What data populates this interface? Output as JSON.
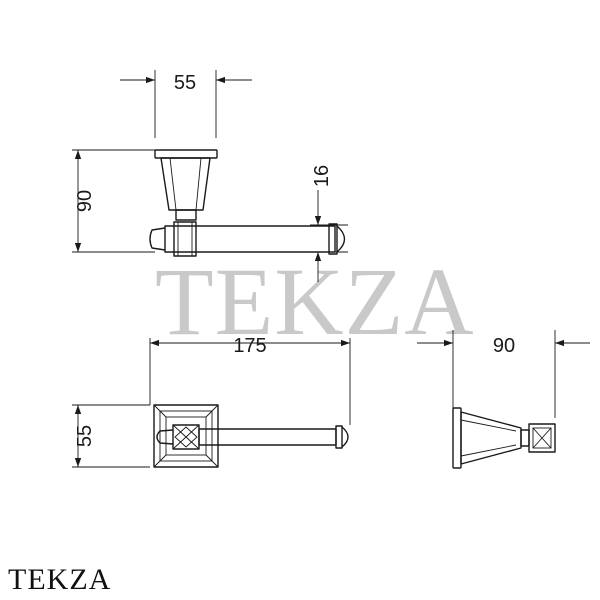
{
  "watermark": "TEKZA",
  "brand": "TEKZA",
  "dimensions": {
    "top_width": "55",
    "top_height": "90",
    "rod_diameter": "16",
    "front_width": "175",
    "front_height": "55",
    "side_depth": "90"
  },
  "colors": {
    "line": "#1a1a1a",
    "watermark": "#c9c9c9"
  }
}
